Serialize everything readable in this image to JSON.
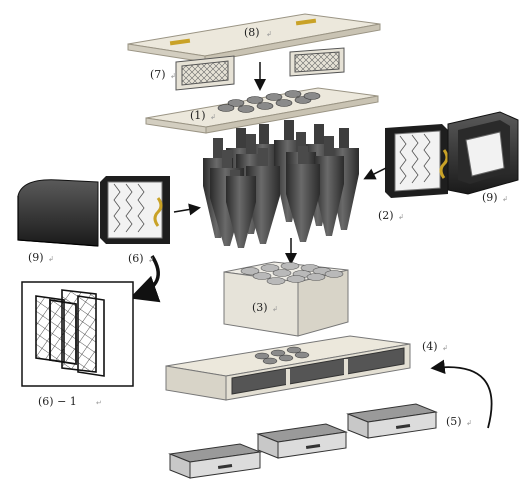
{
  "labels": {
    "l1": "(1)",
    "l2": "(2)",
    "l3": "(3)",
    "l4": "(4)",
    "l5": "(5)",
    "l6": "(6)",
    "l61": "(6) − 1",
    "l7": "(7)",
    "l8": "(8)",
    "l9a": "(9)",
    "l9b": "(9)"
  },
  "edit_marks": {
    "paragraph": "↲",
    "return": "↵"
  },
  "colors": {
    "panel_fill": "#ece8dc",
    "panel_edge": "#9a9484",
    "cyclone_dark": "#3d3d3d",
    "cyclone_mid": "#595959",
    "frame_black": "#1e1e1e",
    "filter_white": "#f2f2f2",
    "gold_accent": "#c9a227",
    "drawer_grey": "#9a9a9a",
    "box_cream": "#efede6"
  }
}
